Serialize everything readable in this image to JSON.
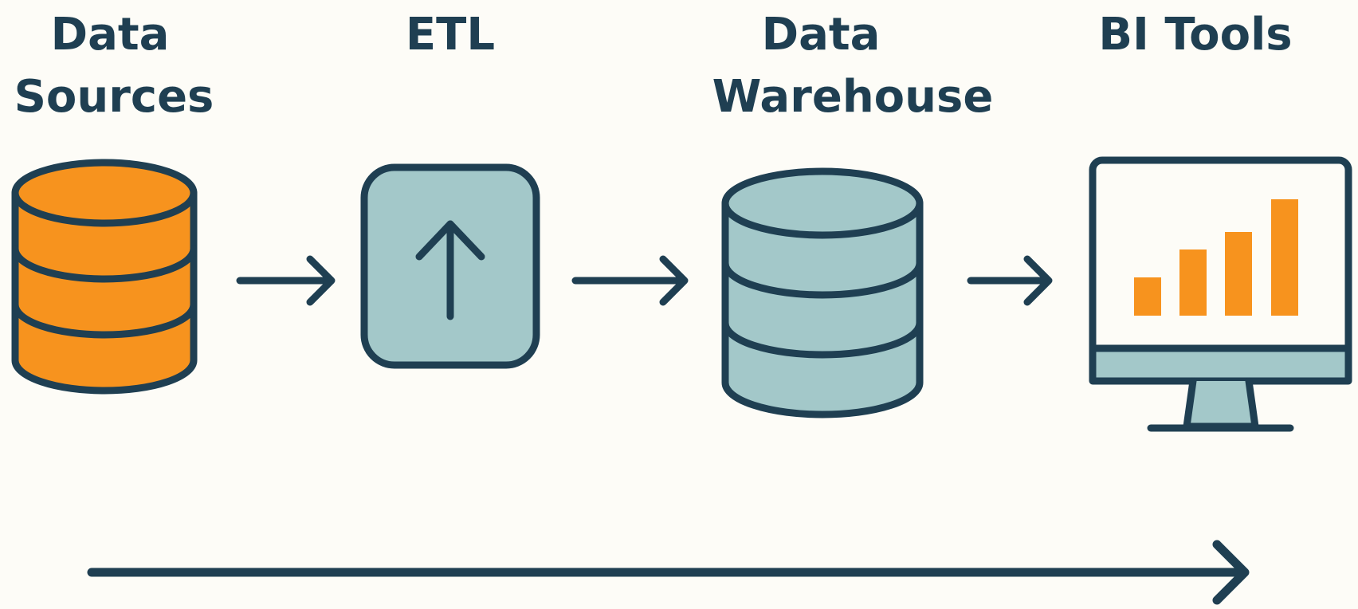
{
  "stages": [
    {
      "id": "data-sources",
      "label_lines": [
        "Data",
        "Sources"
      ],
      "icon": "database-icon",
      "fill": "#f7931e"
    },
    {
      "id": "etl",
      "label_lines": [
        "ETL"
      ],
      "icon": "upload-arrow-box-icon",
      "fill": "#a3c8c9"
    },
    {
      "id": "data-warehouse",
      "label_lines": [
        "Data",
        "Warehouse"
      ],
      "icon": "database-icon",
      "fill": "#a3c8c9"
    },
    {
      "id": "bi-tools",
      "label_lines": [
        "BI Tools"
      ],
      "icon": "monitor-bar-chart-icon",
      "fill": "#a3c8c9"
    }
  ],
  "colors": {
    "stroke": "#1f3f52",
    "accent_orange": "#f7931e",
    "accent_teal": "#a3c8c9",
    "background": "#fdfcf7"
  },
  "connectors": [
    "right-arrow-icon",
    "right-arrow-icon",
    "right-arrow-icon"
  ],
  "bottom_arrow": "long-right-arrow-icon"
}
